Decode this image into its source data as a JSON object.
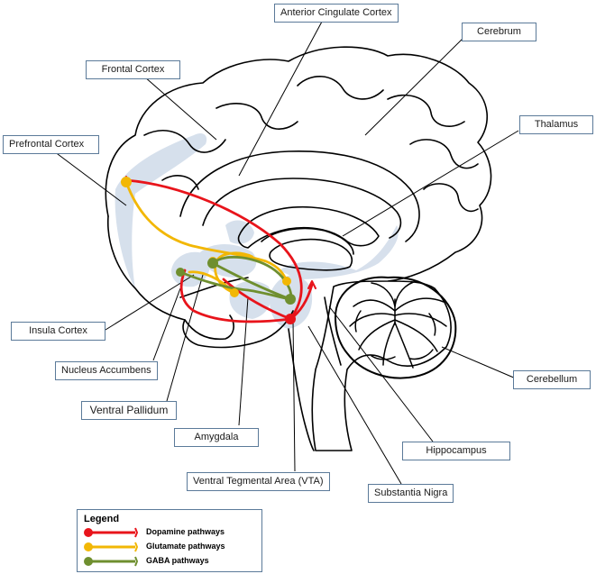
{
  "labels": {
    "anterior_cingulate_cortex": "Anterior Cingulate Cortex",
    "cerebrum": "Cerebrum",
    "frontal_cortex": "Frontal Cortex",
    "prefrontal_cortex": "Prefrontal Cortex",
    "thalamus": "Thalamus",
    "insula_cortex": "Insula Cortex",
    "nucleus_accumbens": "Nucleus Accumbens",
    "ventral_pallidum": "Ventral Pallidum",
    "amygdala": "Amygdala",
    "cerebellum": "Cerebellum",
    "hippocampus": "Hippocampus",
    "vta": "Ventral Tegmental Area (VTA)",
    "substantia_nigra": "Substantia Nigra"
  },
  "legend": {
    "title": "Legend",
    "items": [
      {
        "label": "Dopamine pathways",
        "color": "#e8141b"
      },
      {
        "label": "Glutamate pathways",
        "color": "#f2b705"
      },
      {
        "label": "GABA pathways",
        "color": "#6f8f2f"
      }
    ]
  },
  "colors": {
    "dopamine": "#e8141b",
    "glutamate": "#f2b705",
    "gaba": "#6f8f2f",
    "region_highlight": "#c9d6e6",
    "outline": "#000000"
  }
}
